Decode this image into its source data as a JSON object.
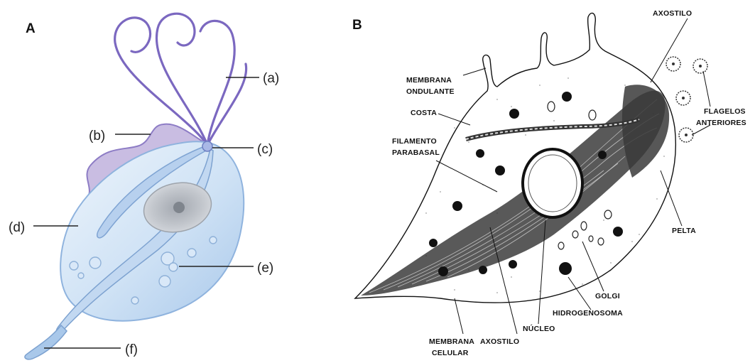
{
  "panel_a": {
    "letter": "A",
    "labels": {
      "a": "(a)",
      "b": "(b)",
      "c": "(c)",
      "d": "(d)",
      "e": "(e)",
      "f": "(f)"
    }
  },
  "panel_b": {
    "letter": "B",
    "labels": {
      "membrana_ondulante_1": "MEMBRANA",
      "membrana_ondulante_2": "ONDULANTE",
      "costa": "COSTA",
      "filamento_parabasal_1": "FILAMENTO",
      "filamento_parabasal_2": "PARABASAL",
      "axostilo_top": "AXOSTILO",
      "flagelos_anteriores_1": "FLAGELOS",
      "flagelos_anteriores_2": "ANTERIORES",
      "pelta": "PELTA",
      "golgi": "GOLGI",
      "hidrogenosoma": "HIDROGENOSOMA",
      "nucleo": "NÚCLEO",
      "axostilo_bottom": "AXOSTILO",
      "membrana_celular_1": "MEMBRANA",
      "membrana_celular_2": "CELULAR"
    }
  }
}
